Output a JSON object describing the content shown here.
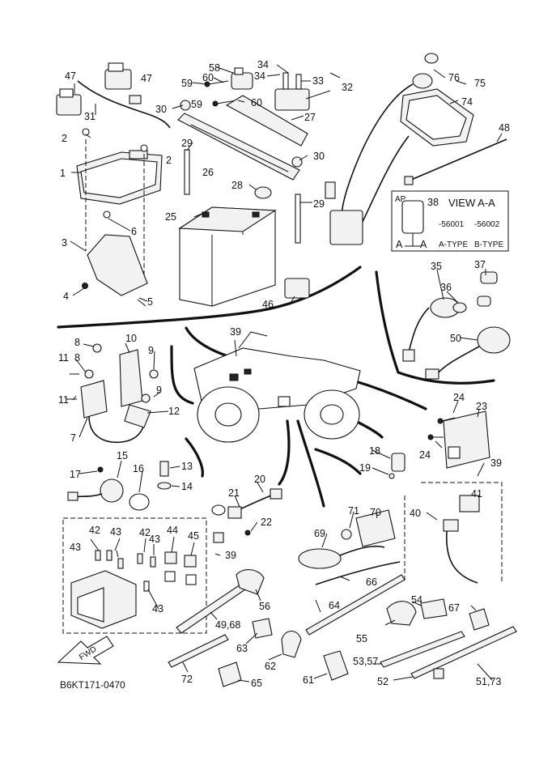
{
  "document_code": "B6KT171-0470",
  "fwd_label": "FWD",
  "view_box": {
    "title": "VIEW A-A",
    "part_code": "AP",
    "ref": "38",
    "code_a": "-56001",
    "code_b": "-56002",
    "type_a": "A-TYPE",
    "type_b": "B-TYPE",
    "section_left": "A",
    "section_right": "A"
  },
  "callouts": [
    {
      "id": "47a",
      "text": "47"
    },
    {
      "id": "47b",
      "text": "47"
    },
    {
      "id": "31",
      "text": "31"
    },
    {
      "id": "2a",
      "text": "2"
    },
    {
      "id": "2b",
      "text": "2"
    },
    {
      "id": "1",
      "text": "1"
    },
    {
      "id": "6",
      "text": "6"
    },
    {
      "id": "3",
      "text": "3"
    },
    {
      "id": "4",
      "text": "4"
    },
    {
      "id": "5",
      "text": "5"
    },
    {
      "id": "58",
      "text": "58"
    },
    {
      "id": "59a",
      "text": "59"
    },
    {
      "id": "60a",
      "text": "60"
    },
    {
      "id": "59b",
      "text": "59"
    },
    {
      "id": "60b",
      "text": "60"
    },
    {
      "id": "34a",
      "text": "34"
    },
    {
      "id": "34b",
      "text": "34"
    },
    {
      "id": "33",
      "text": "33"
    },
    {
      "id": "32",
      "text": "32"
    },
    {
      "id": "30a",
      "text": "30"
    },
    {
      "id": "27",
      "text": "27"
    },
    {
      "id": "29a",
      "text": "29"
    },
    {
      "id": "26",
      "text": "26"
    },
    {
      "id": "30b",
      "text": "30"
    },
    {
      "id": "28",
      "text": "28"
    },
    {
      "id": "25",
      "text": "25"
    },
    {
      "id": "29b",
      "text": "29"
    },
    {
      "id": "46",
      "text": "46"
    },
    {
      "id": "76",
      "text": "76"
    },
    {
      "id": "75",
      "text": "75"
    },
    {
      "id": "74",
      "text": "74"
    },
    {
      "id": "48",
      "text": "48"
    },
    {
      "id": "35",
      "text": "35"
    },
    {
      "id": "37",
      "text": "37"
    },
    {
      "id": "36",
      "text": "36"
    },
    {
      "id": "50",
      "text": "50"
    },
    {
      "id": "8a",
      "text": "8"
    },
    {
      "id": "10",
      "text": "10"
    },
    {
      "id": "9a",
      "text": "9"
    },
    {
      "id": "11a",
      "text": "11"
    },
    {
      "id": "8b",
      "text": "8"
    },
    {
      "id": "9b",
      "text": "9"
    },
    {
      "id": "11b",
      "text": "11"
    },
    {
      "id": "12",
      "text": "12"
    },
    {
      "id": "7",
      "text": "7"
    },
    {
      "id": "39a",
      "text": "39"
    },
    {
      "id": "24a",
      "text": "24"
    },
    {
      "id": "23",
      "text": "23"
    },
    {
      "id": "24b",
      "text": "24"
    },
    {
      "id": "18",
      "text": "18"
    },
    {
      "id": "19",
      "text": "19"
    },
    {
      "id": "39b",
      "text": "39"
    },
    {
      "id": "15",
      "text": "15"
    },
    {
      "id": "17",
      "text": "17"
    },
    {
      "id": "16",
      "text": "16"
    },
    {
      "id": "13",
      "text": "13"
    },
    {
      "id": "14",
      "text": "14"
    },
    {
      "id": "20",
      "text": "20"
    },
    {
      "id": "21",
      "text": "21"
    },
    {
      "id": "22",
      "text": "22"
    },
    {
      "id": "71",
      "text": "71"
    },
    {
      "id": "70",
      "text": "70"
    },
    {
      "id": "69",
      "text": "69"
    },
    {
      "id": "41",
      "text": "41"
    },
    {
      "id": "40",
      "text": "40"
    },
    {
      "id": "43a",
      "text": "43"
    },
    {
      "id": "42a",
      "text": "42"
    },
    {
      "id": "43b",
      "text": "43"
    },
    {
      "id": "42b",
      "text": "42"
    },
    {
      "id": "43c",
      "text": "43"
    },
    {
      "id": "44",
      "text": "44"
    },
    {
      "id": "45",
      "text": "45"
    },
    {
      "id": "39c",
      "text": "39"
    },
    {
      "id": "43d",
      "text": "43"
    },
    {
      "id": "56",
      "text": "56"
    },
    {
      "id": "66",
      "text": "66"
    },
    {
      "id": "64",
      "text": "64"
    },
    {
      "id": "54",
      "text": "54"
    },
    {
      "id": "67",
      "text": "67"
    },
    {
      "id": "55",
      "text": "55"
    },
    {
      "id": "4968",
      "text": "49,68"
    },
    {
      "id": "63",
      "text": "63"
    },
    {
      "id": "62",
      "text": "62"
    },
    {
      "id": "5357",
      "text": "53,57"
    },
    {
      "id": "72",
      "text": "72"
    },
    {
      "id": "65",
      "text": "65"
    },
    {
      "id": "61",
      "text": "61"
    },
    {
      "id": "52",
      "text": "52"
    },
    {
      "id": "5173",
      "text": "51,73"
    }
  ]
}
